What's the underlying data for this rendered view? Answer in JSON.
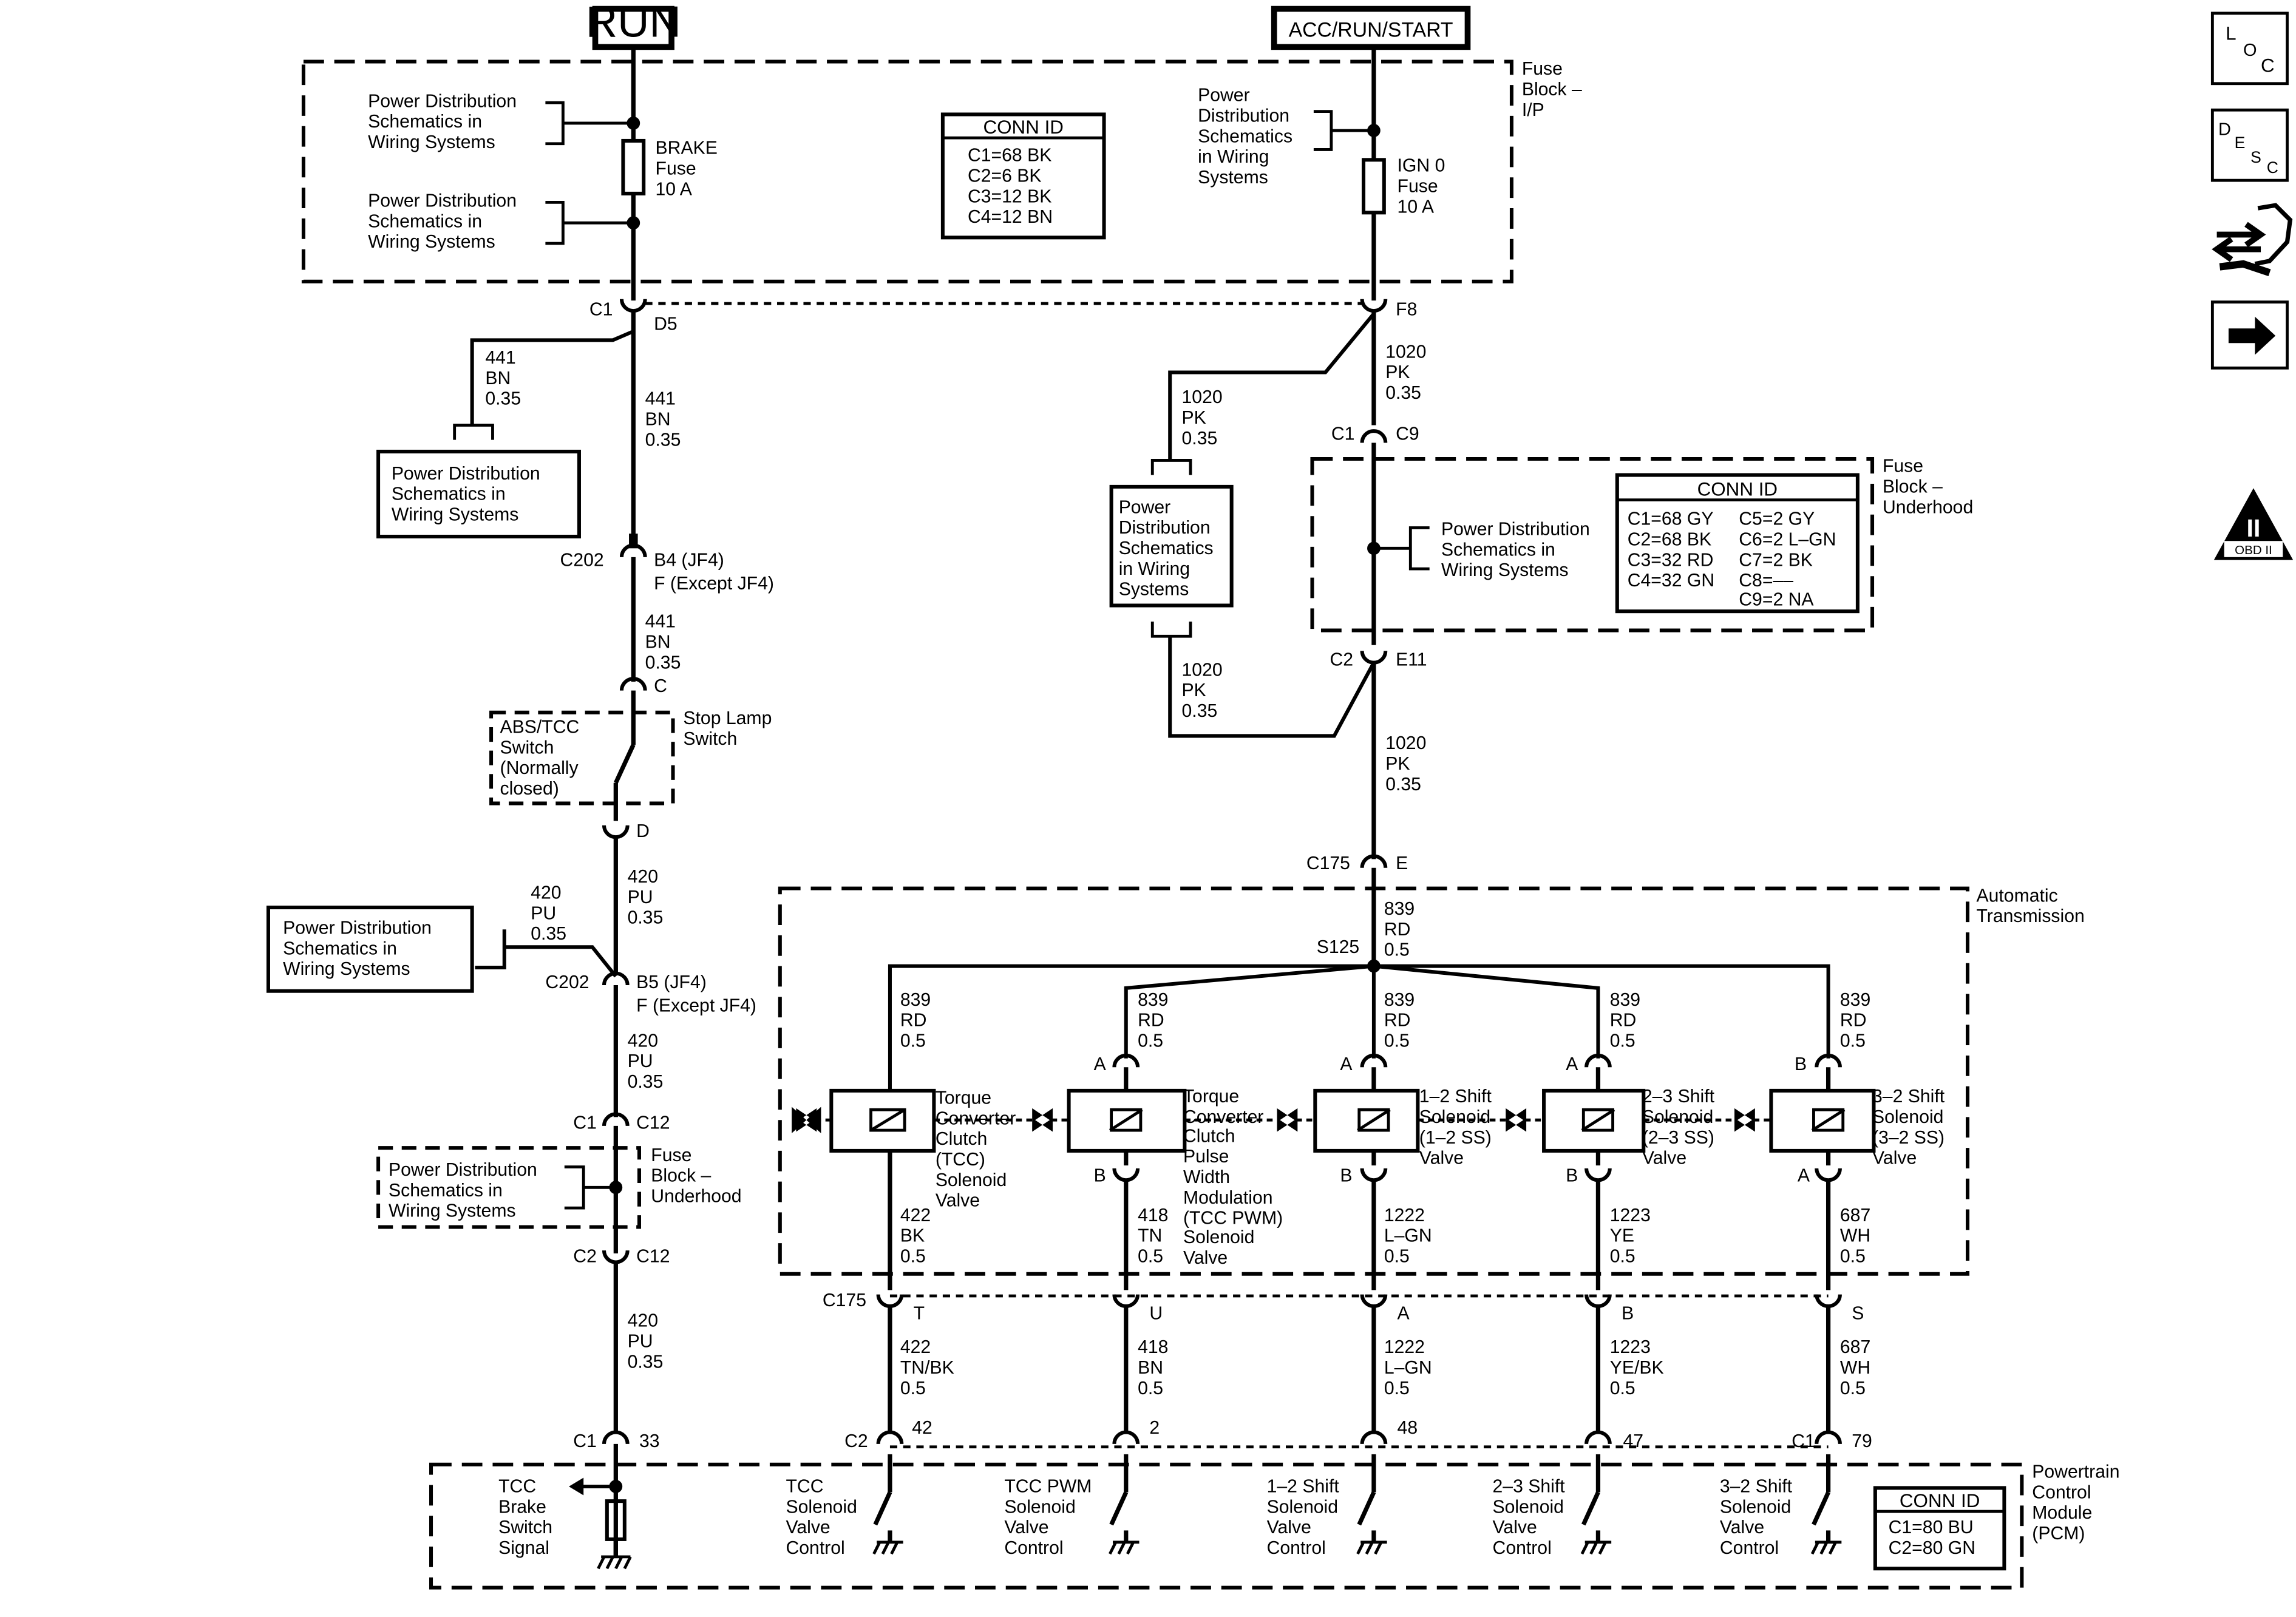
{
  "sources": {
    "run": "RUN",
    "acc": "ACC/RUN/START"
  },
  "fuse_block_ip": {
    "label": [
      "Fuse",
      "Block –",
      "I/P"
    ],
    "pd_text": [
      "Power Distribution",
      "Schematics in",
      "Wiring Systems"
    ],
    "pd_right": [
      "Power",
      "Distribution",
      "Schematics",
      "in Wiring",
      "Systems"
    ],
    "brake_fuse": [
      "BRAKE",
      "Fuse",
      "10 A"
    ],
    "ign_fuse": [
      "IGN 0",
      "Fuse",
      "10 A"
    ],
    "conn_id": {
      "title": "CONN ID",
      "rows": [
        "C1=68 BK",
        "C2=6 BK",
        "C3=12 BK",
        "C4=12 BN"
      ]
    }
  },
  "fuse_block_uh": {
    "label": [
      "Fuse",
      "Block –",
      "Underhood"
    ],
    "pd_text": [
      "Power Distribution",
      "Schematics in",
      "Wiring Systems"
    ],
    "conn_id": {
      "title": "CONN ID",
      "col1": [
        "C1=68 GY",
        "C2=68 BK",
        "C3=32 RD",
        "C4=32 GN"
      ],
      "col2": [
        "C5=2 GY",
        "C6=2 L–GN",
        "C7=2 BK",
        "C8=––",
        "C9=2 NA"
      ]
    }
  },
  "fuse_block_uh_small": {
    "label": [
      "Fuse",
      "Block –",
      "Underhood"
    ]
  },
  "connectors": {
    "c1": "C1",
    "d5": "D5",
    "f8": "F8",
    "c9": "C9",
    "c2": "C2",
    "e11": "E11",
    "c202": "C202",
    "b4": "B4 (JF4)",
    "f_except": "F (Except JF4)",
    "b5": "B5 (JF4)",
    "c": "C",
    "d": "D",
    "c12": "C12",
    "c175": "C175",
    "e": "E",
    "s125": "S125",
    "t": "T",
    "u": "U",
    "a": "A",
    "b": "B",
    "s": "S",
    "p33": "33",
    "p42": "42",
    "p2": "2",
    "p48": "48",
    "p47": "47",
    "p79": "79"
  },
  "wires": {
    "w441": [
      "441",
      "BN",
      "0.35"
    ],
    "w1020": [
      "1020",
      "PK",
      "0.35"
    ],
    "w420": [
      "420",
      "PU",
      "0.35"
    ],
    "w839": [
      "839",
      "RD",
      "0.5"
    ],
    "w422": [
      "422",
      "BK",
      "0.5"
    ],
    "w418": [
      "418",
      "TN",
      "0.5"
    ],
    "w1222": [
      "1222",
      "L–GN",
      "0.5"
    ],
    "w1223": [
      "1223",
      "YE",
      "0.5"
    ],
    "w687": [
      "687",
      "WH",
      "0.5"
    ],
    "w422b": [
      "422",
      "TN/BK",
      "0.5"
    ],
    "w418b": [
      "418",
      "BN",
      "0.5"
    ],
    "w1222b": [
      "1222",
      "L–GN",
      "0.5"
    ],
    "w1223b": [
      "1223",
      "YE/BK",
      "0.5"
    ],
    "w687b": [
      "687",
      "WH",
      "0.5"
    ]
  },
  "pd_box": [
    "Power Distribution",
    "Schematics in",
    "Wiring Systems"
  ],
  "pd_box_right": [
    "Power",
    "Distribution",
    "Schematics",
    "in Wiring",
    "Systems"
  ],
  "switch": {
    "abs_tcc": [
      "ABS/TCC",
      "Switch",
      "(Normally",
      "closed)"
    ],
    "stop_lamp": [
      "Stop Lamp",
      "Switch"
    ]
  },
  "transmission": {
    "label": [
      "Automatic",
      "Transmission"
    ],
    "solenoids": [
      [
        "Torque",
        "Converter",
        "Clutch",
        "(TCC)",
        "Solenoid",
        "Valve"
      ],
      [
        "Torque",
        "Converter",
        "Clutch",
        "Pulse",
        "Width",
        "Modulation",
        "(TCC PWM)",
        "Solenoid",
        "Valve"
      ],
      [
        "1–2 Shift",
        "Solenoid",
        "(1–2 SS)",
        "Valve"
      ],
      [
        "2–3 Shift",
        "Solenoid",
        "(2–3 SS)",
        "Valve"
      ],
      [
        "3–2 Shift",
        "Solenoid",
        "(3–2 SS)",
        "Valve"
      ]
    ]
  },
  "pcm": {
    "label": [
      "Powertrain",
      "Control",
      "Module",
      "(PCM)"
    ],
    "brake_signal": [
      "TCC",
      "Brake",
      "Switch",
      "Signal"
    ],
    "controls": [
      [
        "TCC",
        "Solenoid",
        "Valve",
        "Control"
      ],
      [
        "TCC PWM",
        "Solenoid",
        "Valve",
        "Control"
      ],
      [
        "1–2 Shift",
        "Solenoid",
        "Valve",
        "Control"
      ],
      [
        "2–3 Shift",
        "Solenoid",
        "Valve",
        "Control"
      ],
      [
        "3–2 Shift",
        "Solenoid",
        "Valve",
        "Control"
      ]
    ],
    "conn_id": {
      "title": "CONN ID",
      "rows": [
        "C1=80 BU",
        "C2=80 GN"
      ]
    }
  },
  "side_icons": {
    "loc": [
      "L",
      "O",
      "C"
    ],
    "desc": [
      "D",
      "E",
      "S",
      "C"
    ],
    "obd": [
      "II",
      "OBD II"
    ]
  }
}
